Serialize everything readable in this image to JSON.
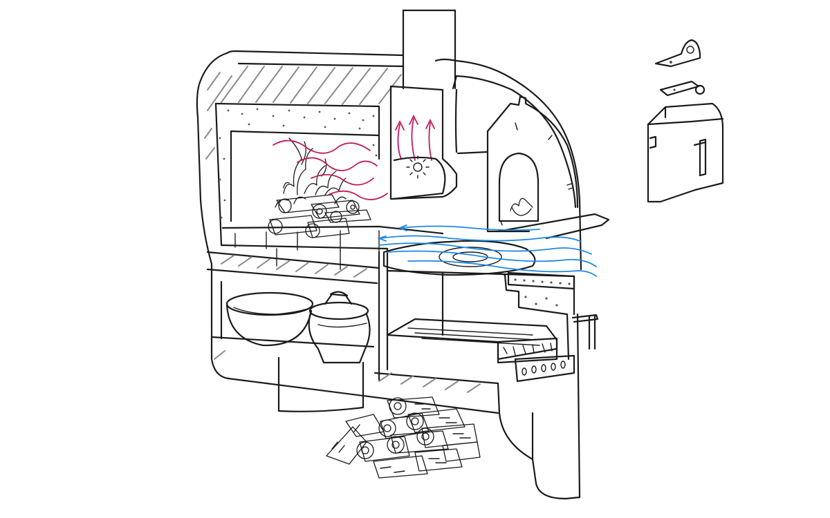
{
  "illustration": {
    "kind": "stove",
    "colors": {
      "background": "#ffffff",
      "ink": "#1a1a1a",
      "hatch": "#8a8a8a",
      "hot_air": "#c2185b",
      "cold_air": "#1e88e5"
    },
    "parts": [
      "chimney-pipe",
      "stove-body",
      "firebox",
      "burning-logs",
      "hot-air-arrows",
      "cold-air-flow",
      "side-oven",
      "cooktop-plate",
      "ash-drawer",
      "lower-shelf",
      "pot",
      "bowl",
      "firewood-pile",
      "door-latch-hardware",
      "oven-door-detail"
    ]
  }
}
